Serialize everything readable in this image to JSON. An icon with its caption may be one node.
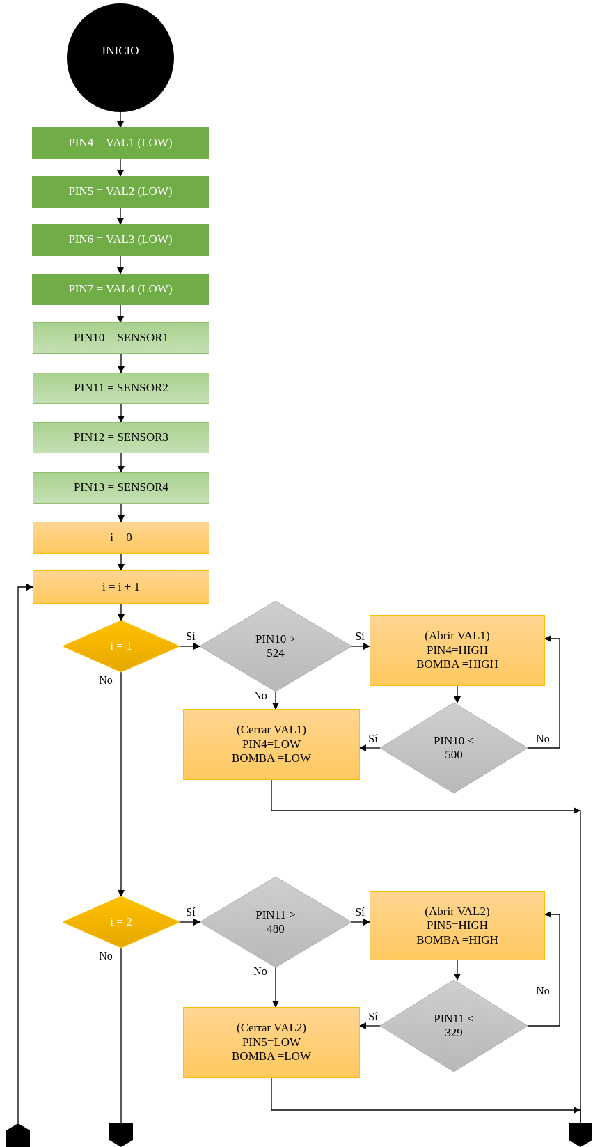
{
  "diagram": {
    "nodes": [
      {
        "text": [
          "INICIO"
        ]
      },
      {
        "text": [
          "PIN4 = VAL1 (LOW)"
        ]
      },
      {
        "text": [
          "PIN5 = VAL2 (LOW)"
        ]
      },
      {
        "text": [
          "PIN6 = VAL3 (LOW)"
        ]
      },
      {
        "text": [
          "PIN7 = VAL4 (LOW)"
        ]
      },
      {
        "text": [
          "PIN10 = SENSOR1"
        ]
      },
      {
        "text": [
          "PIN11 = SENSOR2"
        ]
      },
      {
        "text": [
          "PIN12 = SENSOR3"
        ]
      },
      {
        "text": [
          "PIN13 = SENSOR4"
        ]
      },
      {
        "text": [
          "i = 0"
        ]
      },
      {
        "text": [
          "i = i + 1"
        ]
      },
      {
        "text": [
          "i = 1"
        ]
      },
      {
        "text": [
          "PIN10 > 524"
        ]
      },
      {
        "text": [
          "(Abrir VAL1)",
          "PIN4=HIGH",
          "BOMBA =HIGH"
        ]
      },
      {
        "text": [
          "PIN10 < 500"
        ]
      },
      {
        "text": [
          "(Cerrar VAL1)",
          "PIN4=LOW",
          "BOMBA =LOW"
        ]
      },
      {
        "text": [
          "i = 2"
        ]
      },
      {
        "text": [
          "PIN11 > 480"
        ]
      },
      {
        "text": [
          "(Abrir VAL2)",
          "PIN5=HIGH",
          "BOMBA =HIGH"
        ]
      },
      {
        "text": [
          "PIN11 < 329"
        ]
      },
      {
        "text": [
          "(Cerrar VAL2)",
          "PIN5=LOW",
          "BOMBA =LOW"
        ]
      },
      {
        "text": [],
        "shape": "pentagon"
      },
      {
        "text": [],
        "shape": "pentagon"
      },
      {
        "text": [],
        "shape": "pentagon"
      }
    ],
    "edges": [
      {
        "from": 0,
        "to": 1,
        "arrow": "to"
      },
      {
        "from": 1,
        "to": 2,
        "arrow": "to"
      },
      {
        "from": 2,
        "to": 3,
        "arrow": "to"
      },
      {
        "from": 3,
        "to": 4,
        "arrow": "to"
      },
      {
        "from": 4,
        "to": 5,
        "arrow": "to"
      },
      {
        "from": 5,
        "to": 6,
        "arrow": "to"
      },
      {
        "from": 6,
        "to": 7,
        "arrow": "to"
      },
      {
        "from": 7,
        "to": 8,
        "arrow": "to"
      },
      {
        "from": 8,
        "to": 9,
        "arrow": "to"
      },
      {
        "from": 9,
        "to": 10,
        "arrow": "to"
      },
      {
        "from": 10,
        "to": 11,
        "arrow": "to"
      },
      {
        "from": 11,
        "to": 12,
        "arrow": "to",
        "label": "Sí"
      },
      {
        "from": 12,
        "to": 13,
        "arrow": "to",
        "label": "Sí"
      },
      {
        "from": 12,
        "to": 15,
        "arrow": "to",
        "label": "No"
      },
      {
        "from": 13,
        "to": 14,
        "arrow": "to"
      },
      {
        "from": 14,
        "to": 15,
        "arrow": "to",
        "label": "Sí"
      },
      {
        "from": 14,
        "to": 13,
        "arrow": "to",
        "label": "No"
      },
      {
        "from": 11,
        "to": 16,
        "arrow": "to",
        "label": "No"
      },
      {
        "from": 16,
        "to": 17,
        "arrow": "to",
        "label": "Sí"
      },
      {
        "from": 17,
        "to": 18,
        "arrow": "to",
        "label": "Sí"
      },
      {
        "from": 17,
        "to": 20,
        "arrow": "to",
        "label": "No"
      },
      {
        "from": 18,
        "to": 19,
        "arrow": "to"
      },
      {
        "from": 19,
        "to": 20,
        "arrow": "to",
        "label": "Sí"
      },
      {
        "from": 19,
        "to": 18,
        "arrow": "to",
        "label": "No"
      },
      {
        "from": 16,
        "to": 22,
        "arrow": "none",
        "label": "No"
      },
      {
        "from": 21,
        "to": 10,
        "arrow": "to"
      },
      {
        "from": 15,
        "to": 23,
        "arrow": "to"
      },
      {
        "from": 20,
        "to": 23,
        "arrow": "to"
      }
    ]
  }
}
